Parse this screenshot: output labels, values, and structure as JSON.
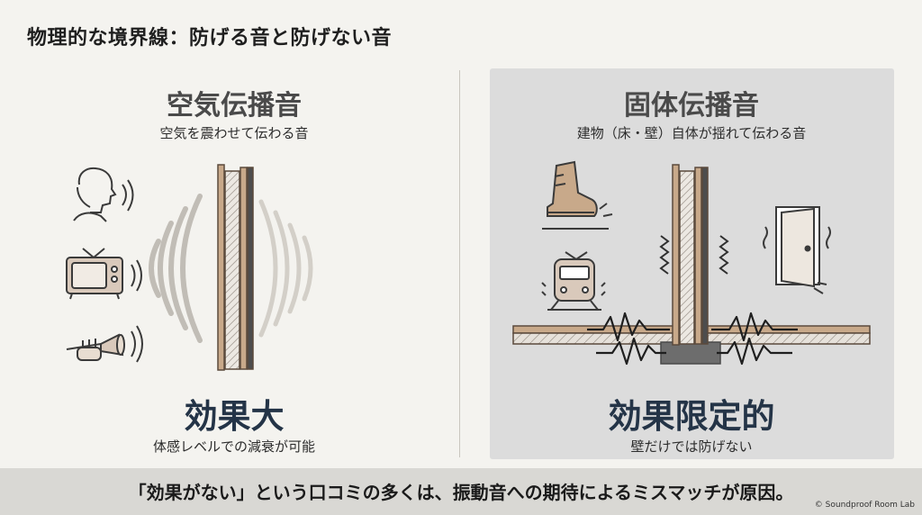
{
  "title": "物理的な境界線：防げる音と防げない音",
  "left": {
    "heading": "空気伝播音",
    "subtitle": "空気を震わせて伝わる音",
    "effect": "効果大",
    "effect_note": "体感レベルでの減衰が可能",
    "icons": [
      "person-speaking-icon",
      "television-icon",
      "trumpet-icon"
    ]
  },
  "right": {
    "heading": "固体伝播音",
    "subtitle": "建物（床・壁）自体が揺れて伝わる音",
    "effect": "効果限定的",
    "effect_note": "壁だけでは防げない",
    "icons": [
      "boot-footstep-icon",
      "train-icon",
      "door-icon"
    ]
  },
  "footer": "「効果がない」という口コミの多くは、振動音への期待によるミスマッチが原因。",
  "copyright": "© Soundproof Room Lab",
  "colors": {
    "background": "#f4f3ef",
    "right_panel": "#dcdcdc",
    "accent_dark": "#243447",
    "wall_wood": "#c8a98a",
    "footer_bar": "#d9d8d4"
  }
}
